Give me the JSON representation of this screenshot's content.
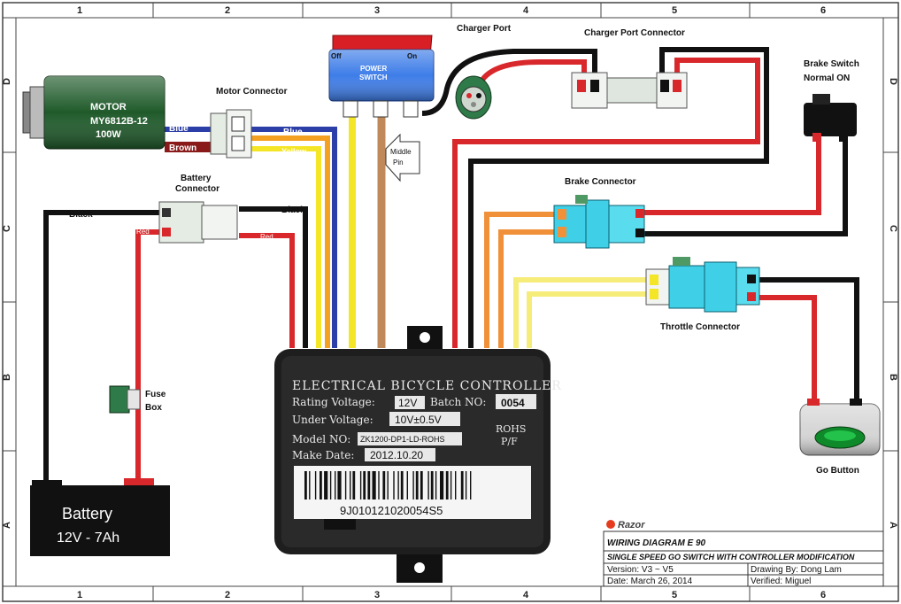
{
  "grid": {
    "columns": [
      "1",
      "2",
      "3",
      "4",
      "5",
      "6"
    ],
    "rows": [
      "D",
      "C",
      "B",
      "A"
    ]
  },
  "motor": {
    "title": "MOTOR",
    "model": "MY6812B-12",
    "power": "100W"
  },
  "labels": {
    "motor_connector": "Motor Connector",
    "battery_connector_1": "Battery",
    "battery_connector_2": "Connector",
    "power_switch_1": "POWER",
    "power_switch_2": "SWITCH",
    "switch_off": "Off",
    "switch_on": "On",
    "middle_pin_1": "Middle",
    "middle_pin_2": "Pin",
    "charger_port": "Charger Port",
    "charger_port_connector": "Charger Port Connector",
    "brake_switch_1": "Brake Switch",
    "brake_switch_2": "Normal ON",
    "brake_connector": "Brake Connector",
    "throttle_connector": "Throttle Connector",
    "fuse_1": "Fuse",
    "fuse_2": "Box",
    "go_button": "Go Button",
    "battery_1": "Battery",
    "battery_2": "12V - 7Ah"
  },
  "wires": {
    "blue": "Blue",
    "brown": "Brown",
    "motor_blue": "Blue",
    "motor_yellow": "Yellow",
    "black_left": "Black",
    "black_right": "Black",
    "red_left": "Red",
    "red_right": "Red"
  },
  "controller": {
    "title": "ELECTRICAL BICYCLE CONTROLLER",
    "rating_label": "Rating Voltage:",
    "rating_value": "12V",
    "batch_label": "Batch NO:",
    "batch_value": "0054",
    "under_label": "Under Voltage:",
    "under_value": "10V±0.5V",
    "model_label": "Model NO:",
    "model_value": "ZK1200-DP1-LD-ROHS",
    "rohs_1": "ROHS",
    "rohs_2": "P/F",
    "date_label": "Make Date:",
    "date_value": "2012.10.20",
    "barcode_text": "9J010121020054S5"
  },
  "title_block": {
    "brand": "Razor",
    "title": "WIRING DIAGRAM  E 90",
    "subtitle": "SINGLE SPEED GO SWITCH WITH CONTROLLER MODIFICATION",
    "version": "Version: V3 ~ V5",
    "drawing_by": "Drawing By: Dong Lam",
    "date": "Date: March 26, 2014",
    "verified": "Verified: Miguel"
  },
  "colors": {
    "red": "#d8282b",
    "black": "#111111",
    "blue": "#2c3fa8",
    "yellow": "#f4e626",
    "brown": "#c0895a",
    "orange": "#f0913a",
    "light_yellow": "#f6ec7a",
    "connector_cyan": "#3fd0e8",
    "controller_body": "#1e1e1e"
  }
}
